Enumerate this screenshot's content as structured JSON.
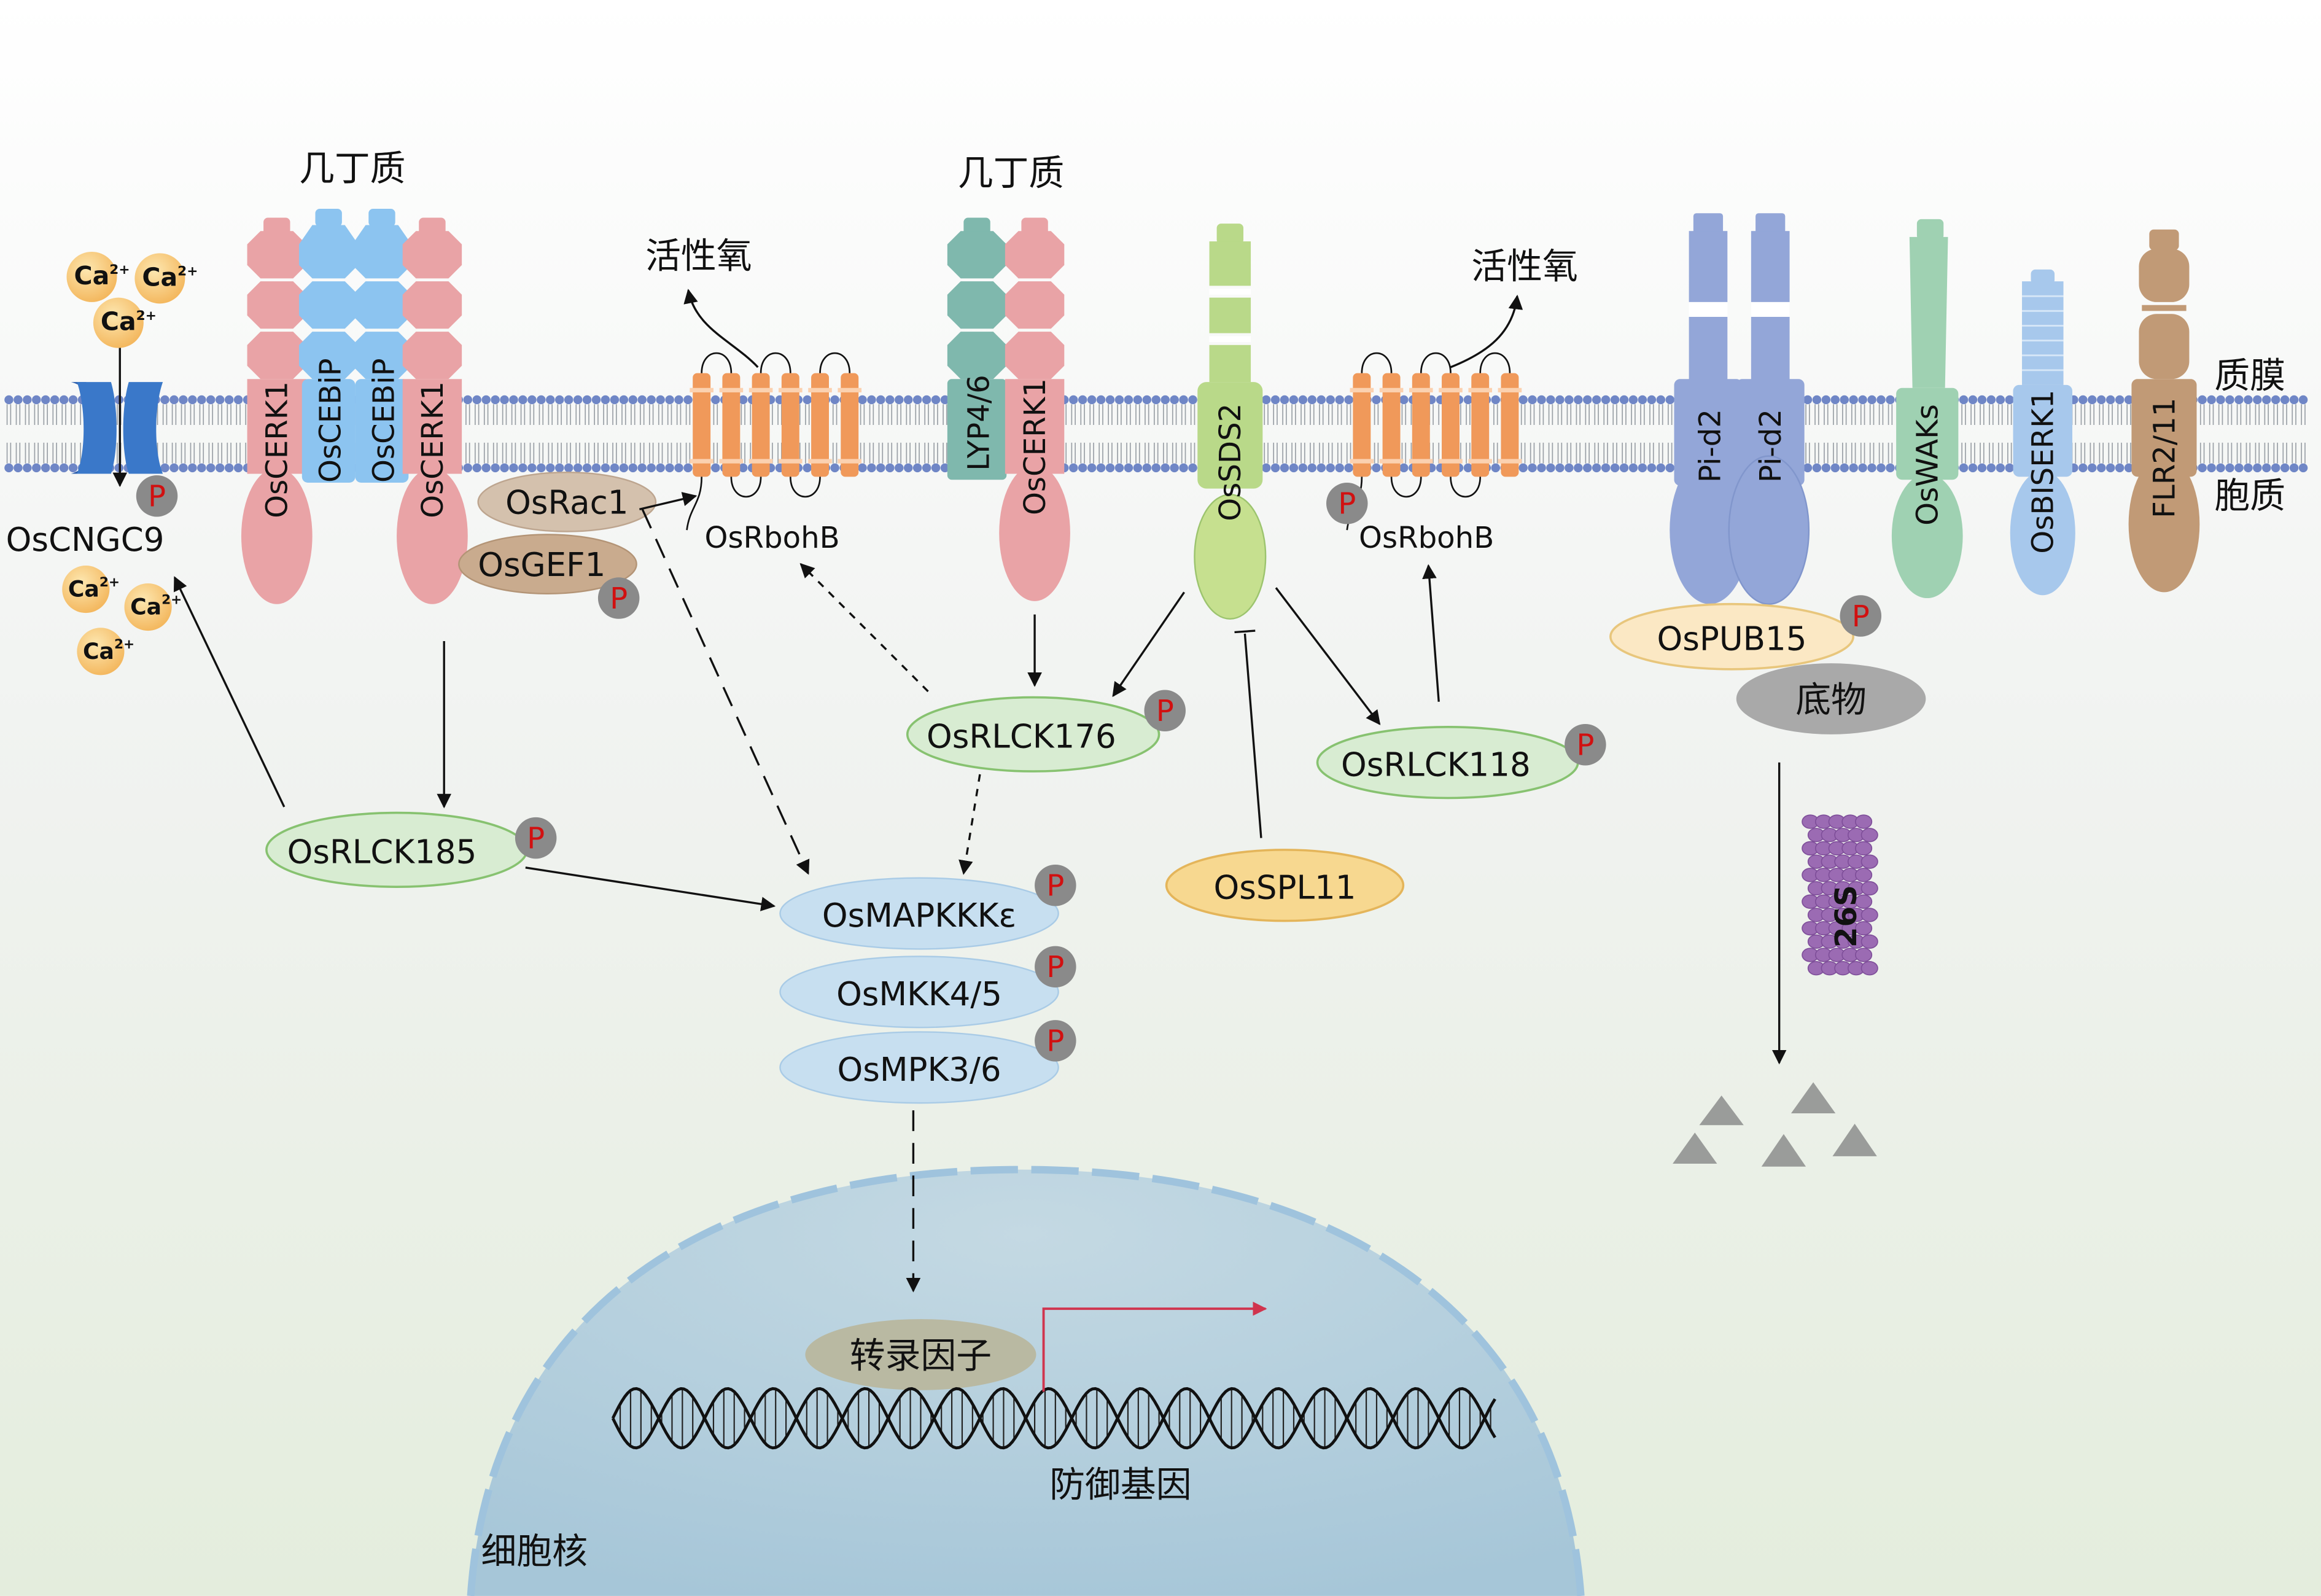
{
  "labels": {
    "chitin": "几丁质",
    "ros": "活性氧",
    "plasma_membrane": "质膜",
    "cytoplasm": "胞质",
    "nucleus": "细胞核",
    "defense_genes": "防御基因",
    "transcription_factor": "转录因子",
    "substrate": "底物",
    "proteasome": "26S",
    "ca": "Ca",
    "ca_charge": "2+",
    "phospho": "P"
  },
  "proteins": {
    "oscerk1": "OsCERK1",
    "oscebip": "OsCEBiP",
    "lyp": "LYP4/6",
    "ossds2": "OsSDS2",
    "pid2": "Pi-d2",
    "oswaks": "OsWAKs",
    "osbiserk1": "OsBISERK1",
    "flr": "FLR2/11",
    "oscngc9": "OsCNGC9",
    "osrac1": "OsRac1",
    "osgef1": "OsGEF1",
    "osrbohb": "OsRbohB",
    "osrlck176": "OsRLCK176",
    "osrlck118": "OsRLCK118",
    "osrlck185": "OsRLCK185",
    "osspl11": "OsSPL11",
    "ospub15": "OsPUB15",
    "osmapkkk": "OsMAPKKKε",
    "osmkk": "OsMKK4/5",
    "osmpk": "OsMPK3/6"
  },
  "colors": {
    "cerk": "#e9a3a6",
    "cebip": "#8cc4f0",
    "lyp": "#7fb8ad",
    "sds2": "#b9d989",
    "rboh": "#f0995a",
    "pid2": "#93a6d8",
    "waks": "#9fd1b2",
    "biserk": "#a7c8ec",
    "flr": "#c19a76",
    "rlck": "#d8ecd2",
    "mapk": "#c7dff0",
    "spl": "#f7d890",
    "phospho": "#8a8a8a",
    "phospho_text": "#d11010",
    "arrow_red": "#d0344e"
  },
  "icons": [
    "ca-ion-icon",
    "phospho-icon",
    "proteasome-icon",
    "peptide-fragment-icon",
    "dna-icon",
    "arrow-icon"
  ]
}
